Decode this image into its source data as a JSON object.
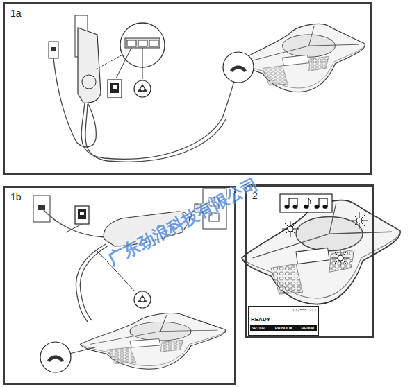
{
  "diagram": {
    "nodes": [
      {
        "text": [
          "1a"
        ]
      },
      {
        "text": [
          "1b"
        ]
      },
      {
        "text": [
          "2"
        ]
      },
      {
        "text": [
          "0125551212",
          "READY"
        ],
        "in": 2
      }
    ],
    "labels": [
      "SP DIAL",
      "PH BOOK",
      "REDIAL",
      "广东劲浪科技有限公司"
    ]
  }
}
